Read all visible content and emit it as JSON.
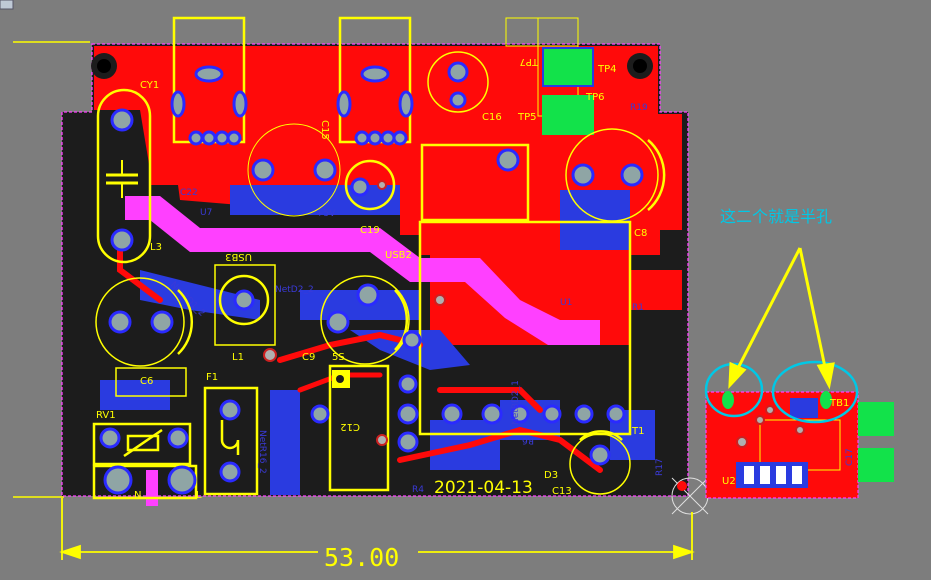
{
  "board": {
    "dimension_value": "53.00",
    "date_mark": "2021-04-13",
    "annotation": "这二个就是半孔"
  },
  "labels": {
    "cy1": "CY1",
    "l3": "L3",
    "c22": "C22",
    "u7": "U7",
    "plus5v": "+5V",
    "c19": "C19",
    "c15": "C15",
    "c16": "C16",
    "usb2": "USB2",
    "usb3": "USB3",
    "tp7": "TP7",
    "tp4": "TP4",
    "tp5": "TP5",
    "tp6": "TP6",
    "r19": "R19",
    "c8": "C8",
    "l1": "L1",
    "c6": "C6",
    "f1": "F1",
    "rv1": "RV1",
    "n": "N",
    "l": "L",
    "c9": "C9",
    "c12": "C12",
    "u1": "U1",
    "r1": "R1",
    "r4": "R4",
    "r6": "R6",
    "d3": "D3",
    "c13": "C13",
    "t1": "T1",
    "r17": "R17",
    "u2": "U2",
    "c17": "C17",
    "tb1": "TB1",
    "net1": "NetD2_2",
    "net2": "NetBD1_2",
    "net3": "NetR16_2",
    "net4": "NetBD2_1"
  },
  "colors": {
    "background": "#7d7d7d",
    "board_black": "#1c1c1c",
    "top_copper": "#ff0a0a",
    "bottom_copper": "#2a3be0",
    "silkscreen": "#ffff00",
    "keepout": "#ff40ff",
    "annotation_text": "#00c8e6",
    "test_point": "#12e24a"
  },
  "icons": [
    "crosshair-icon",
    "mounting-hole-icon",
    "arrow-icon"
  ]
}
